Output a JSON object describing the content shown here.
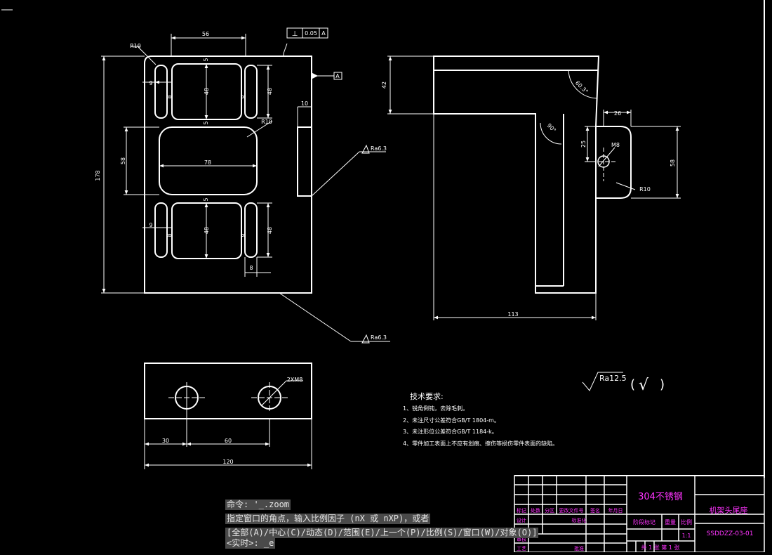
{
  "colors": {
    "background": "#000000",
    "lines": "#ffffff",
    "title_text": "#ff33ff",
    "command_bg": "#4a4a4a",
    "command_text": "#e6e6e6"
  },
  "front_view": {
    "dim_width_top": "56",
    "dim_height": "178",
    "dim_slot_width_top": "9",
    "dim_slot_gap_top": "8",
    "dim_pocket_height_top": "48",
    "dim_pocket_offset_top": "5",
    "dim_pocket_offset_bottom": "5",
    "dim_window_width": "78",
    "dim_window_height": "58",
    "dim_pocket_height_bottom": "48",
    "dim_slot_width_bottom": "9",
    "dim_slot_gap_bottom": "8",
    "dim_slot_length": "48",
    "dim_lug": "10",
    "radius_corner": "R10",
    "radius_window": "R10",
    "roughness_right": "Ra6.3",
    "roughness_bottom": "Ra6.3",
    "tolerance_symbol": "⊥",
    "tolerance_value": "0.05",
    "tolerance_datum": "A",
    "datum_label": "A"
  },
  "side_view": {
    "dim_top_height": "42",
    "dim_length": "113",
    "dim_angle_top": "60.3°",
    "dim_angle_inner": "90°",
    "dim_lug_width": "26",
    "dim_lug_height": "58",
    "dim_hole_offset": "25",
    "thread_label": "M8",
    "radius_lug": "R10"
  },
  "bottom_view": {
    "thread_label": "2XM8",
    "dim_edge": "30",
    "dim_spacing": "60",
    "dim_total": "120"
  },
  "roughness_general": {
    "label": "Ra12.5",
    "check": "√"
  },
  "tech_requirements": {
    "title": "技术要求:",
    "items": [
      "1、锐角倒钝，去除毛刺。",
      "2、未注尺寸公差符合GB/T 1804-m。",
      "3、未注形位公差符合GB/T 1184-k。",
      "4、零件加工表面上不应有划痕、擦伤等损伤零件表面的缺陷。"
    ]
  },
  "title_block": {
    "material": "304不锈钢",
    "part_name": "机架头尾座",
    "drawing_no": "SSDDZZ-03-01",
    "scale": "1:1",
    "sheet_info": "共 1 张  第 1 张",
    "col_headers": [
      "标记",
      "处数",
      "分区",
      "更改文件号",
      "签名",
      "年月日"
    ],
    "row_labels": [
      "设计",
      "审核",
      "工艺"
    ],
    "standardization": "标准化",
    "approve": "批准",
    "stage_mark": "阶段标记",
    "weight": "重量",
    "ratio": "比例"
  },
  "command_line": {
    "history_1": "命令: '_.zoom",
    "history_2": "指定窗口的角点，输入比例因子 (nX 或 nXP)，或者",
    "history_3": "[全部(A)/中心(C)/动态(D)/范围(E)/上一个(P)/比例(S)/窗口(W)/对象(O)]",
    "prompt": "<实时>: _e"
  }
}
